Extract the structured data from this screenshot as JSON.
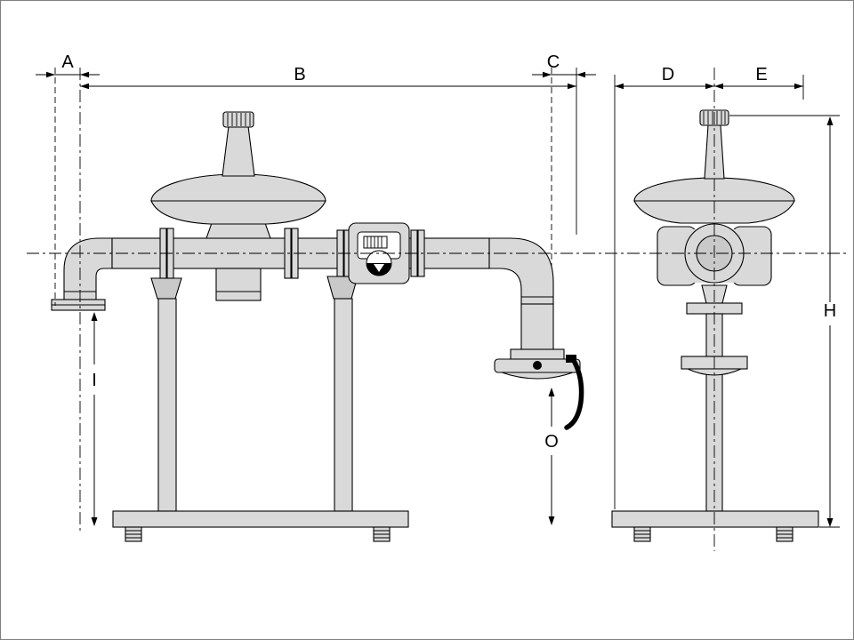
{
  "diagram": {
    "type": "technical-dimensional-drawing",
    "description": "Outline drawing of a gas pressure regulator pipeline assembly on a mounting base, front view and side view, with dimension labels",
    "labels": {
      "a": "A",
      "b": "B",
      "c": "C",
      "d": "D",
      "e": "E",
      "h": "H",
      "i": "I",
      "o": "O"
    },
    "views": {
      "front": {
        "dimension_labels": [
          "A",
          "B",
          "C",
          "I",
          "O"
        ]
      },
      "side": {
        "dimension_labels": [
          "D",
          "E",
          "H"
        ]
      }
    },
    "colors": {
      "background": "#ffffff",
      "line": "#000000",
      "fill_light": "#d9d9d9",
      "fill_mid": "#c9c9c9",
      "display_window": "#ffffff",
      "valve_handle": "#000000",
      "frame": "#7f7f7f"
    }
  }
}
